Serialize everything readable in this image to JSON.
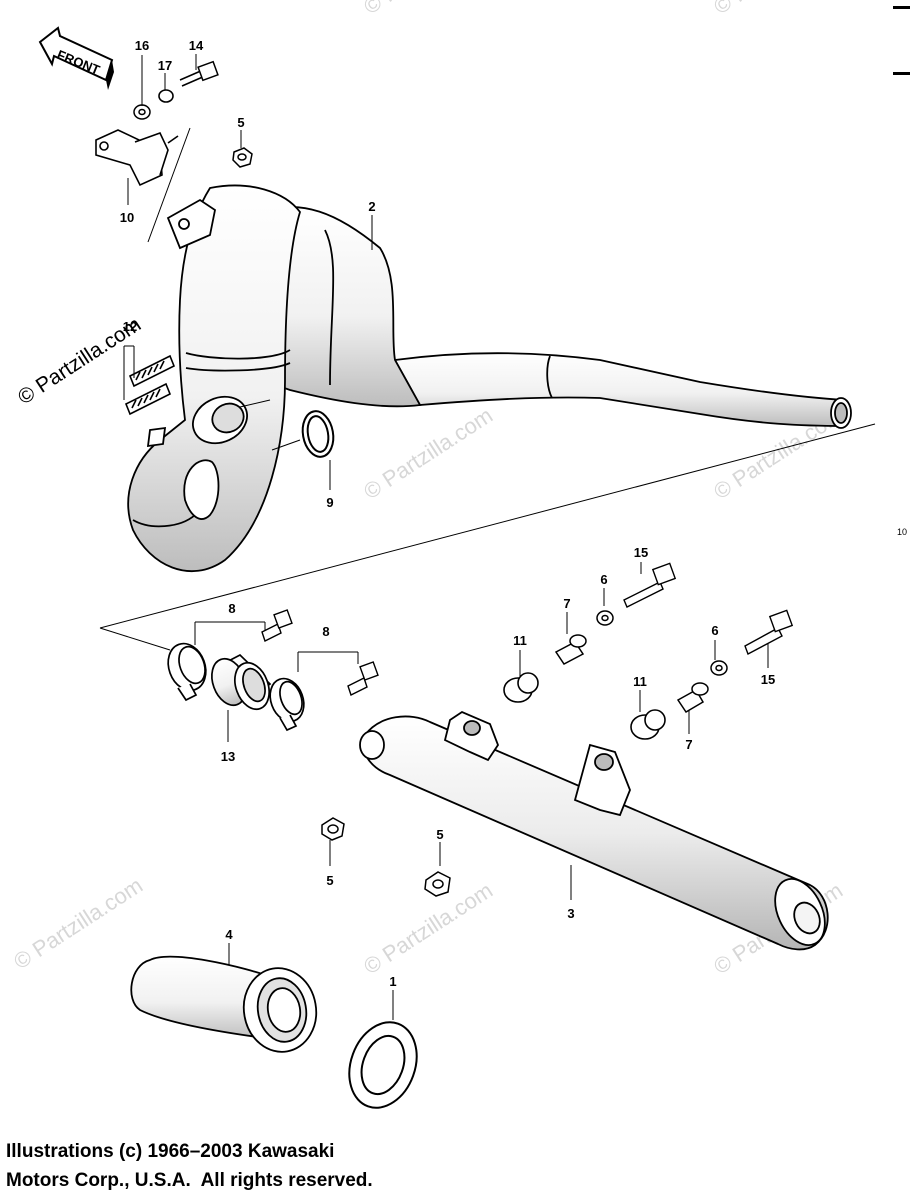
{
  "front_arrow": "FRONT",
  "copyright": "Illustrations (c) 1966–2003 Kawasaki\nMotors Corp., U.S.A.  All rights reserved.",
  "side_ref": "10",
  "partzilla_copy": "© Partzilla.com",
  "watermark": "© Partzilla.com",
  "callouts": {
    "c1": "1",
    "c2": "2",
    "c3": "3",
    "c4": "4",
    "c5a": "5",
    "c5b": "5",
    "c5c": "5",
    "c6a": "6",
    "c6b": "6",
    "c7a": "7",
    "c7b": "7",
    "c8a": "8",
    "c8b": "8",
    "c9": "9",
    "c10": "10",
    "c11a": "11",
    "c11b": "11",
    "c12": "12",
    "c13": "13",
    "c14": "14",
    "c15a": "15",
    "c15b": "15",
    "c16": "16",
    "c17": "17"
  }
}
